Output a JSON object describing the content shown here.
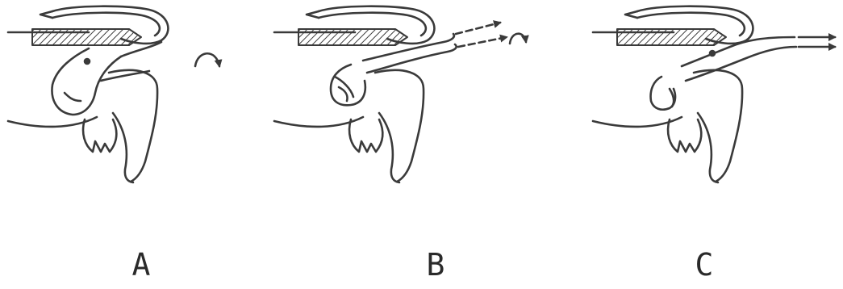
{
  "panels": [
    {
      "label": "A",
      "rotation_arrow": "clockwise",
      "pull_arrows": 0
    },
    {
      "label": "B",
      "rotation_arrow": "clockwise",
      "pull_arrows": 2
    },
    {
      "label": "C",
      "rotation_arrow": "none",
      "pull_arrows": 2
    }
  ],
  "colors": {
    "ink": "#3a3a3a",
    "background": "#ffffff"
  }
}
